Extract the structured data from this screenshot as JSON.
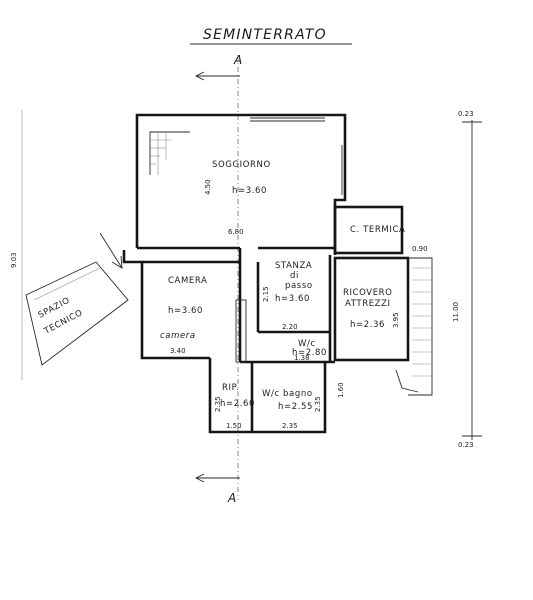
{
  "title": "SEMINTERRATO",
  "section_marker": "A",
  "rooms": {
    "soggiorno": {
      "name": "SOGGIORNO",
      "height": "h=3.60",
      "width_dim": "6.80",
      "side_dim": "4.50"
    },
    "c_termica": {
      "name": "C. TERMICA"
    },
    "stanza": {
      "name_line1": "STANZA",
      "name_line2": "di",
      "name_line3": "passo",
      "height": "h=3.60",
      "dim_side": "2.15",
      "dim_bottom": "2.20"
    },
    "camera": {
      "name": "CAMERA",
      "sub": "camera",
      "height": "h=3.60",
      "dim_bottom": "3.40"
    },
    "ricovero": {
      "name_line1": "RICOVERO",
      "name_line2": "ATTREZZI",
      "height": "h=2.36",
      "dim_side": "3.95"
    },
    "wc_small": {
      "name": "W/c",
      "height": "h=2.80",
      "dim": "1.38"
    },
    "rip": {
      "name": "RIP.",
      "height": "h=2.60",
      "dim_bottom": "1.50",
      "dim_side": "2.35"
    },
    "wc_bagno": {
      "name": "W/c bagno",
      "height": "h=2.55",
      "dim_bottom": "2.35",
      "dim_side": "2.35"
    },
    "spazio_tecnico": {
      "name_line1": "SPAZIO",
      "name_line2": "TECNICO"
    }
  },
  "dimensions": {
    "total_left": "9.03",
    "right_height": "11.00",
    "level_top": "0.23",
    "level_bottom": "0.23",
    "step_small": "0.90",
    "right_small": "1.60"
  }
}
